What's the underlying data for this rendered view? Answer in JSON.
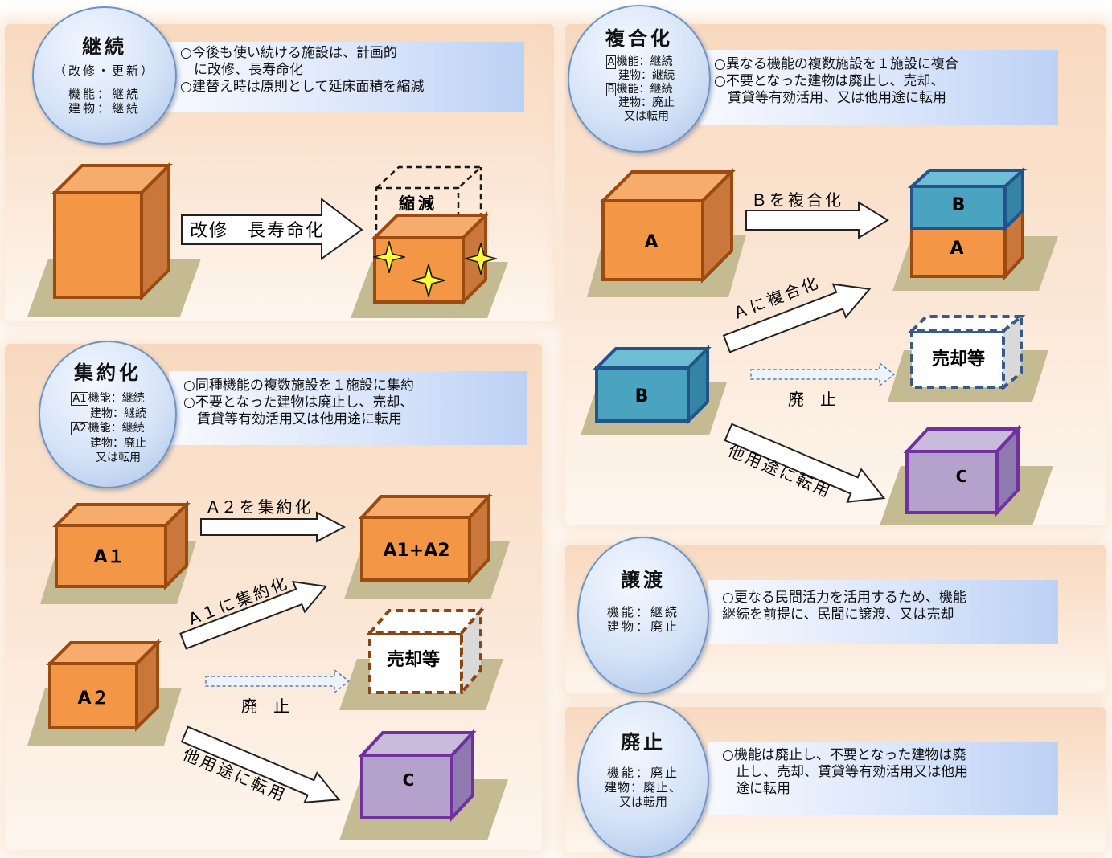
{
  "keizoku": {
    "title": "継続",
    "subtitle": "（改修・更新）",
    "line1": "機能：継続",
    "line2": "建物：継続",
    "desc": "○今後も使い続ける施設は、計画的\n　に改修、長寿命化\n○建替え時は原則として延床面積を縮減",
    "arrow_label": "改修　長寿命化",
    "shrink_label": "縮減"
  },
  "fukugou": {
    "title": "複合化",
    "a_tag": "A",
    "a_line1": "機能：継続",
    "a_line2": "建物：継続",
    "b_tag": "B",
    "b_line1": "機能：継続",
    "b_line2": "建物：廃止",
    "b_line3": "又は転用",
    "desc": "○異なる機能の複数施設を１施設に複合\n○不要となった建物は廃止し、売却、\n　賃貸等有効活用、又は他用途に転用",
    "box_a": "A",
    "box_b": "B",
    "arrow1": "Ｂを複合化",
    "arrow2": "Ａに複合化",
    "arrow3": "廃　止",
    "arrow4": "他用途に転用",
    "stack_top": "B",
    "stack_bottom": "A",
    "sold": "売却等",
    "box_c": "C"
  },
  "shuuyaku": {
    "title": "集約化",
    "a1_tag": "A1",
    "a1_line1": "機能：継続",
    "a1_line2": "建物：継続",
    "a2_tag": "A2",
    "a2_line1": "機能：継続",
    "a2_line2": "建物：廃止",
    "a2_line3": "又は転用",
    "desc": "○同種機能の複数施設を１施設に集約\n○不要となった建物は廃止し、売却、\n　賃貸等有効活用又は他用途に転用",
    "box_a1": "A１",
    "box_a2": "A２",
    "arrow1": "A２を集約化",
    "arrow2": "A１に集約化",
    "arrow3": "廃　止",
    "arrow4": "他用途に転用",
    "merged": "A1+A2",
    "sold": "売却等",
    "box_c": "C"
  },
  "jouto": {
    "title": "譲渡",
    "line1": "機能：継続",
    "line2": "建物：廃止",
    "desc": "○更なる民間活力を活用するため、機能\n継続を前提に、民間に譲渡、又は売却"
  },
  "haishi": {
    "title": "廃止",
    "line1": "機能：廃止",
    "line2": "建物：廃止、",
    "line3": "又は転用",
    "desc": "○機能は廃止し、不要となった建物は廃\n　止し、売却、賃貸等有効活用又は他用\n　途に転用"
  },
  "colors": {
    "orange_front": "#f39646",
    "orange_stroke": "#9b4a10",
    "teal_front": "#4aa4c0",
    "teal_stroke": "#23538a",
    "purple_front": "#b4a2cc",
    "purple_stroke": "#7030a0",
    "ground": "#c5bb93"
  }
}
